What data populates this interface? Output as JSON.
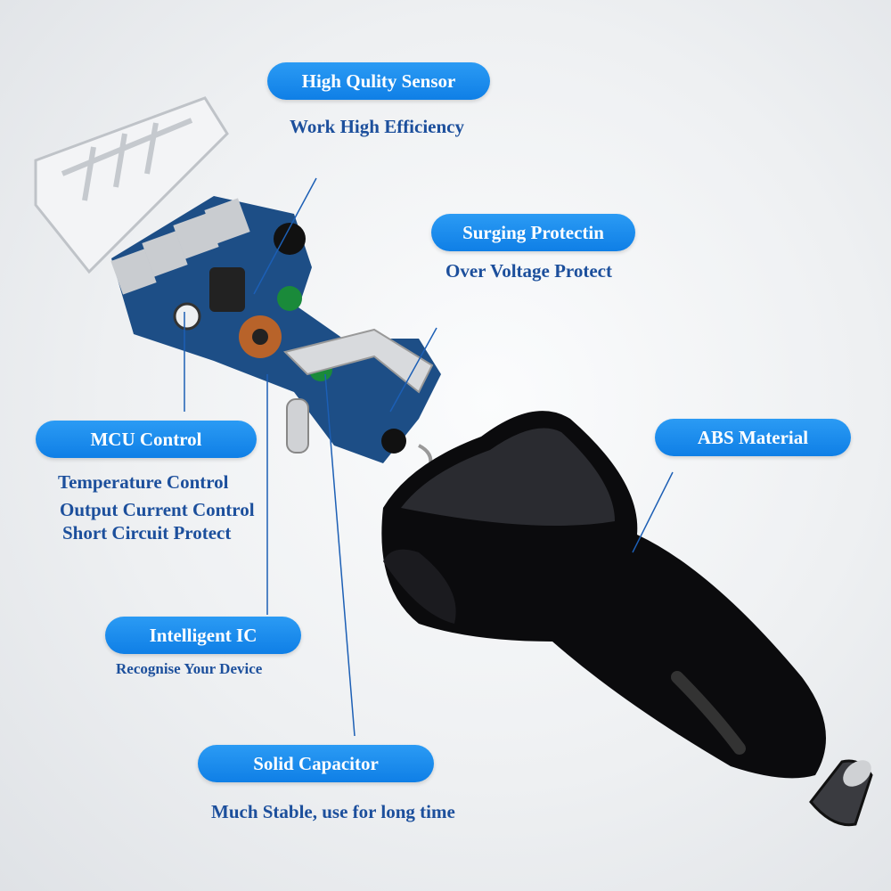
{
  "features": [
    {
      "title": "High Qulity Sensor",
      "details": [
        "Work High Efficiency"
      ]
    },
    {
      "title": "Surging Protectin",
      "details": [
        "Over Voltage Protect"
      ]
    },
    {
      "title": "MCU Control",
      "details": [
        "Temperature Control",
        "Output Current Control",
        "Short Circuit Protect"
      ]
    },
    {
      "title": "ABS Material",
      "details": []
    },
    {
      "title": "Intelligent IC",
      "details": [
        "Recognise Your Device"
      ]
    },
    {
      "title": "Solid Capacitor",
      "details": [
        "Much Stable, use for long time"
      ]
    }
  ],
  "colors": {
    "pill": "#1a8cf0",
    "text": "#1c4f9c",
    "body": "#0b0b0d",
    "pcb": "#1d4e86"
  }
}
